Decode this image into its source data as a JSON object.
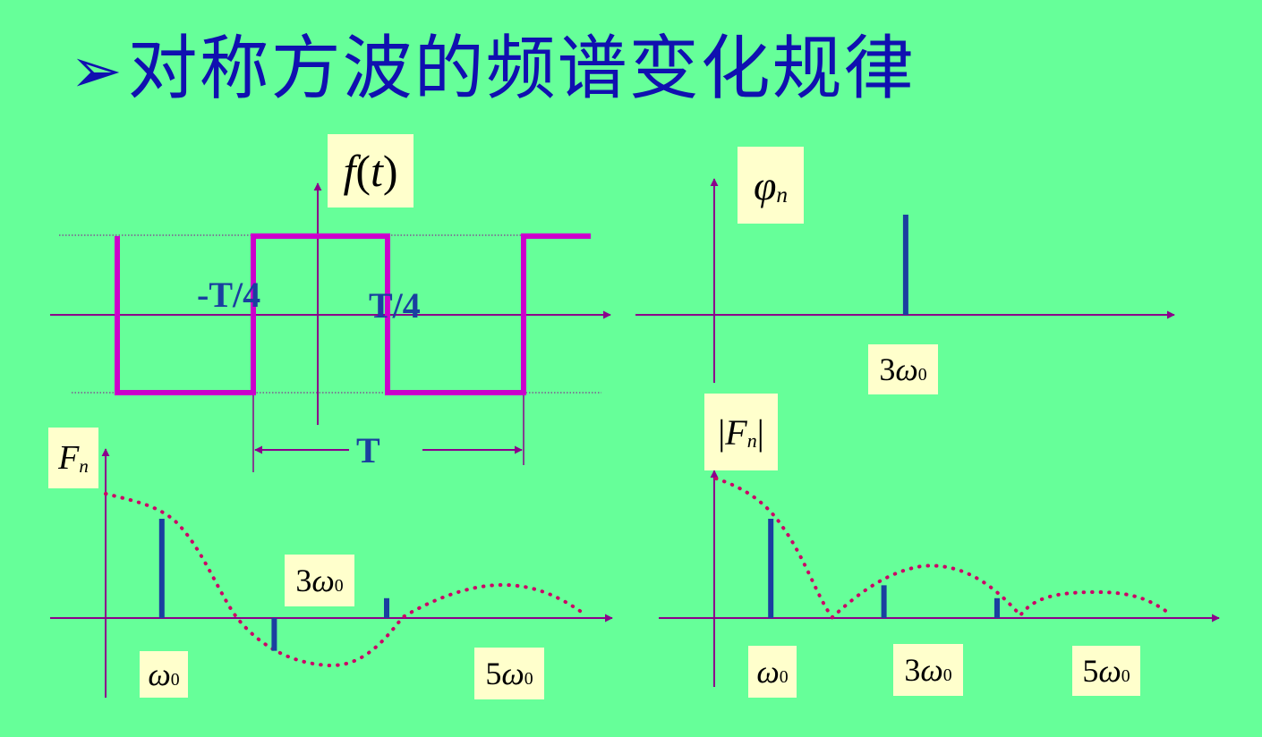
{
  "title": {
    "bullet": "➢",
    "text": "对称方波的频谱变化规律"
  },
  "waveform": {
    "ylabel": {
      "f": "f",
      "open": "(",
      "t": "t",
      "close": ")"
    },
    "neg_quarter": "-T/4",
    "pos_quarter": "T/4",
    "period": "T"
  },
  "phase_plot": {
    "ylabel": {
      "symbol": "φ",
      "sub": "n"
    },
    "tick": {
      "num": "3",
      "omega": "ω",
      "sub": "0"
    },
    "lines": [
      {
        "harmonic": 3,
        "value": 1
      }
    ]
  },
  "fn_plot": {
    "ylabel": {
      "symbol": "F",
      "sub": "n"
    },
    "ticks": [
      {
        "num": "",
        "omega": "ω",
        "sub": "0"
      },
      {
        "num": "3",
        "omega": "ω",
        "sub": "0"
      },
      {
        "num": "5",
        "omega": "ω",
        "sub": "0"
      }
    ],
    "lines": [
      {
        "harmonic": 1,
        "value": 1.0
      },
      {
        "harmonic": 3,
        "value": -0.33
      },
      {
        "harmonic": 5,
        "value": 0.2
      }
    ]
  },
  "abs_fn_plot": {
    "ylabel": {
      "bar": "|",
      "symbol": "F",
      "sub": "n"
    },
    "ticks": [
      {
        "num": "",
        "omega": "ω",
        "sub": "0"
      },
      {
        "num": "3",
        "omega": "ω",
        "sub": "0"
      },
      {
        "num": "5",
        "omega": "ω",
        "sub": "0"
      }
    ],
    "lines": [
      {
        "harmonic": 1,
        "value": 1.0
      },
      {
        "harmonic": 3,
        "value": 0.33
      },
      {
        "harmonic": 5,
        "value": 0.2
      }
    ]
  },
  "colors": {
    "background": "#66FF99",
    "title": "#1010B0",
    "axis": "#8B008B",
    "wave": "#CC00CC",
    "spectral_line": "#1A3FA0",
    "envelope": "#CC0066",
    "label_box": "#FFFFCC"
  }
}
